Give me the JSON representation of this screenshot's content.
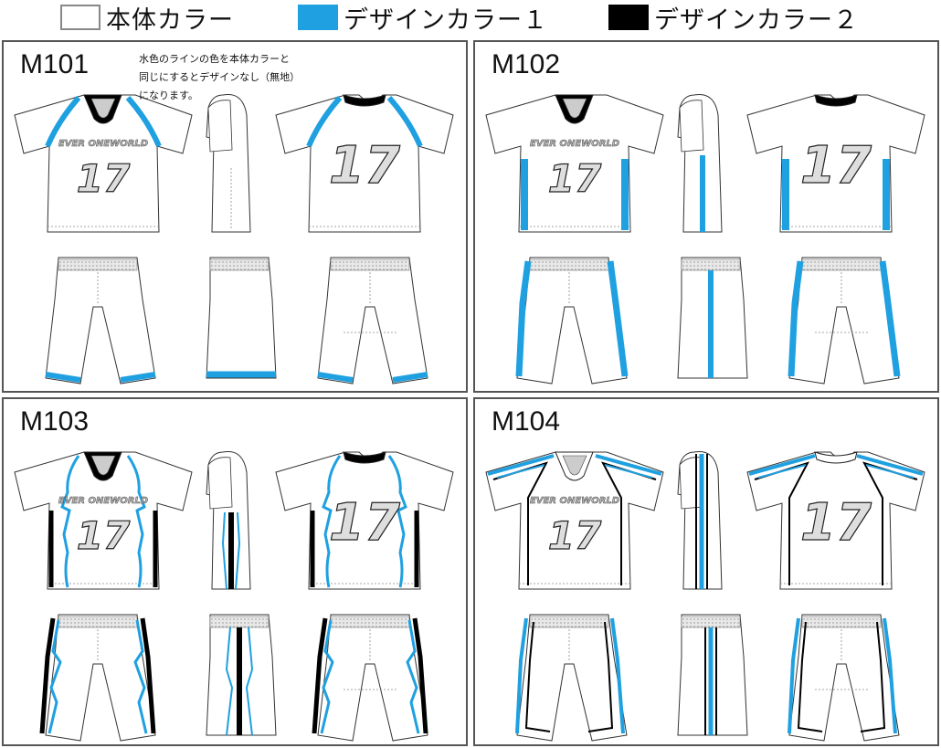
{
  "legend": {
    "items": [
      {
        "label": "本体カラー",
        "swatch": "body",
        "color": "#ffffff"
      },
      {
        "label": "デザインカラー１",
        "swatch": "c1",
        "color": "#1fa0e0"
      },
      {
        "label": "デザインカラー２",
        "swatch": "c2",
        "color": "#000000"
      }
    ]
  },
  "colors": {
    "design1": "#1fa0e0",
    "design2": "#000000",
    "number_fill": "#dedede"
  },
  "panels": [
    {
      "code": "M101",
      "note": "水色のラインの色を本体カラーと\n同じにするとデザインなし（無地）\nになります。",
      "team": "EVER ONEWORLD",
      "number": "17"
    },
    {
      "code": "M102",
      "note": "",
      "team": "EVER ONEWORLD",
      "number": "17"
    },
    {
      "code": "M103",
      "note": "",
      "team": "EVER ONEWORLD",
      "number": "17"
    },
    {
      "code": "M104",
      "note": "",
      "team": "EVER ONEWORLD",
      "number": "17"
    }
  ]
}
